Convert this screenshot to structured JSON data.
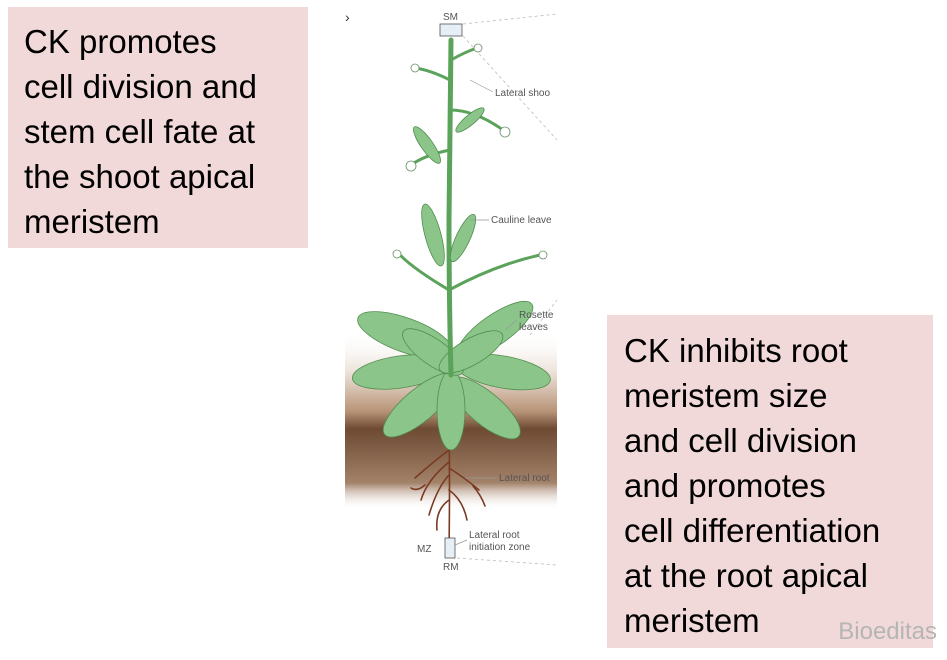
{
  "shoot_text": {
    "lines": [
      "CK promotes",
      "cell division and",
      "stem cell fate at",
      "the shoot apical",
      "meristem"
    ]
  },
  "root_text": {
    "lines": [
      "CK inhibits root",
      "meristem size",
      "and cell division",
      "and promotes",
      "cell differentiation",
      "at the root apical",
      "meristem"
    ]
  },
  "diagram": {
    "marker": "›",
    "labels": {
      "sm": "SM",
      "lateral_shoot": "Lateral shoo",
      "cauline": "Cauline leave",
      "rosette_1": "Rosette",
      "rosette_2": "leaves",
      "lateral_root": "Lateral root",
      "lateral_root_init_1": "Lateral root",
      "lateral_root_init_2": "initiation zone",
      "mz": "MZ",
      "rm": "RM"
    },
    "colors": {
      "plant": "#8cc58a",
      "stem": "#5ba35a",
      "soil_top": "#e8dcd2",
      "soil_dark": "#6e4a33",
      "root": "#7a3a22"
    }
  },
  "watermark": "Bioeditas"
}
